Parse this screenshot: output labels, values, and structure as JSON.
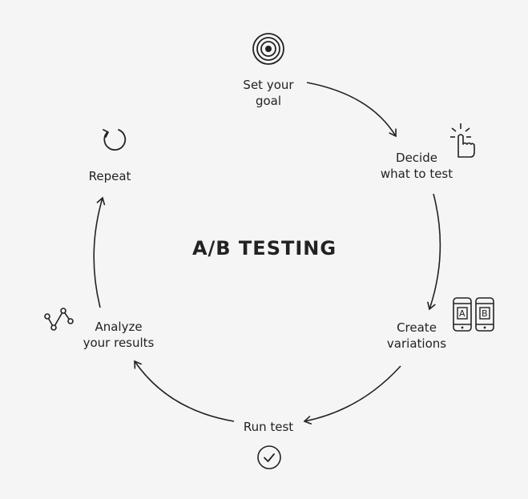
{
  "title": "A/B TESTING",
  "steps": [
    {
      "id": "goal",
      "line1": "Set your",
      "line2": "goal",
      "icon": "target-icon"
    },
    {
      "id": "decide",
      "line1": "Decide",
      "line2": "what to test",
      "icon": "click-hand-icon"
    },
    {
      "id": "create",
      "line1": "Create",
      "line2": "variations",
      "icon": "ab-phones-icon",
      "icon_letters": [
        "A",
        "B"
      ]
    },
    {
      "id": "run",
      "line1": "Run test",
      "line2": "",
      "icon": "check-circle-icon"
    },
    {
      "id": "analyze",
      "line1": "Analyze",
      "line2": "your results",
      "icon": "line-graph-icon"
    },
    {
      "id": "repeat",
      "line1": "Repeat",
      "line2": "",
      "icon": "refresh-icon"
    }
  ],
  "colors": {
    "background": "#f5f5f5",
    "ink": "#222222"
  }
}
